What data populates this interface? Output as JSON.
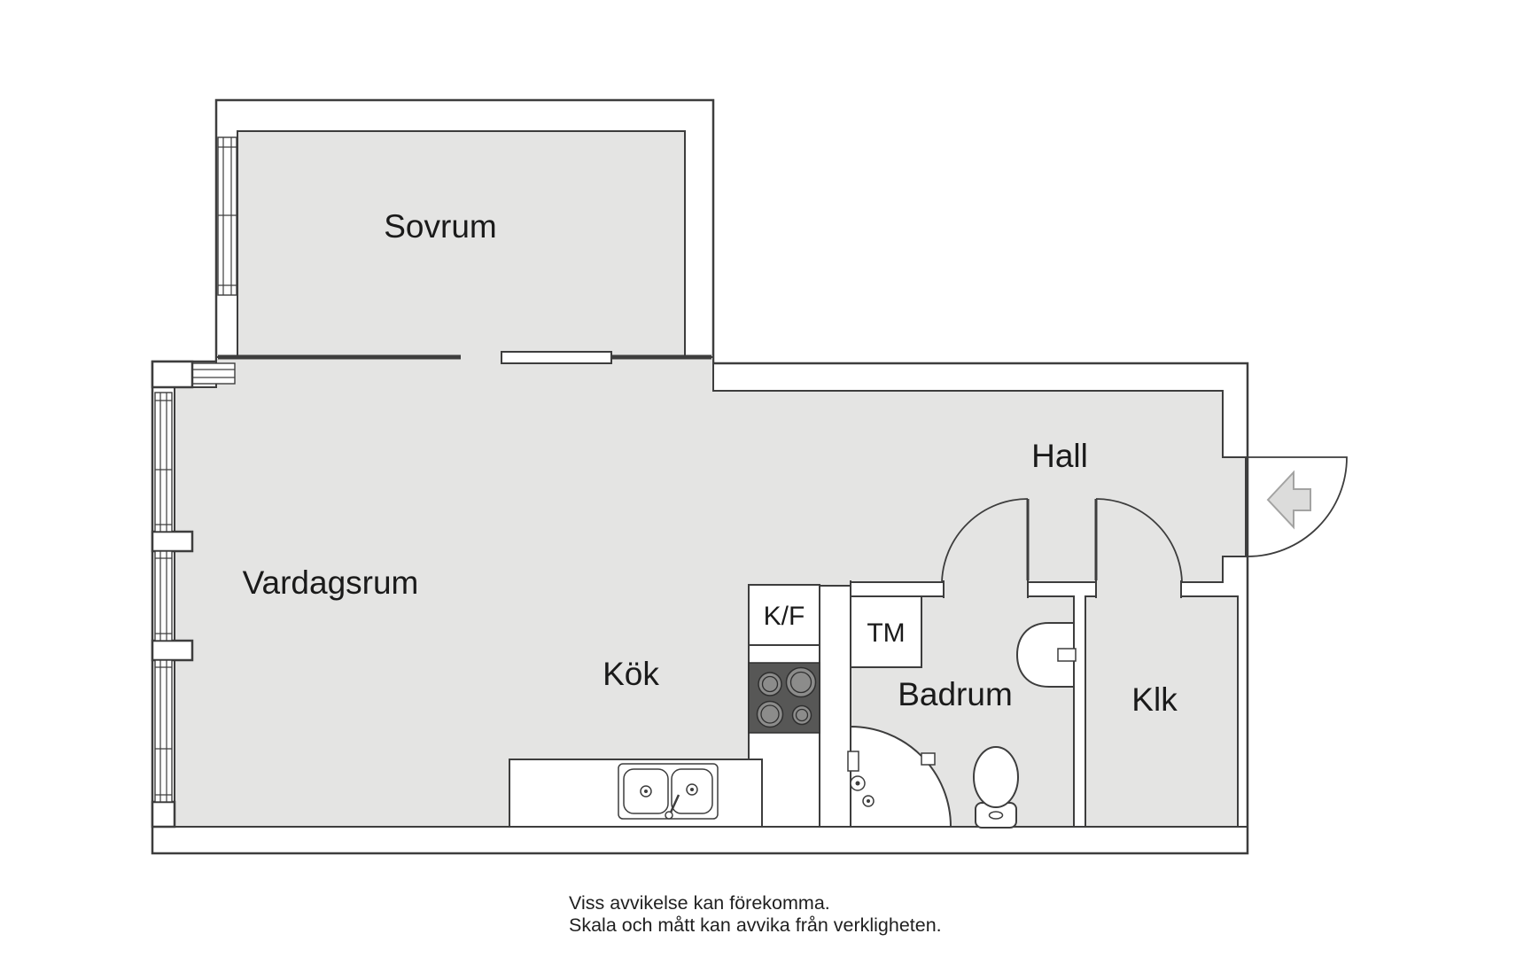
{
  "document": {
    "type": "floor-plan"
  },
  "rooms": {
    "sovrum": "Sovrum",
    "vardagsrum": "Vardagsrum",
    "kok": "Kök",
    "hall": "Hall",
    "badrum": "Badrum",
    "klk": "Klk"
  },
  "fixtures": {
    "kf": "K/F",
    "tm": "TM"
  },
  "icons": {
    "entrance_arrow": "left-arrow"
  },
  "footer": {
    "line1": "Viss avvikelse kan förekomma.",
    "line2": "Skala och mått kan avvika från verkligheten."
  },
  "colors": {
    "floor": "#e4e4e3",
    "wall_outline": "#3d3d3d",
    "stove": "#575756",
    "burner": "#8c8c8b",
    "arrow_fill": "#dcdcdb",
    "arrow_stroke": "#a3a3a2",
    "text": "#1a1a1a"
  }
}
